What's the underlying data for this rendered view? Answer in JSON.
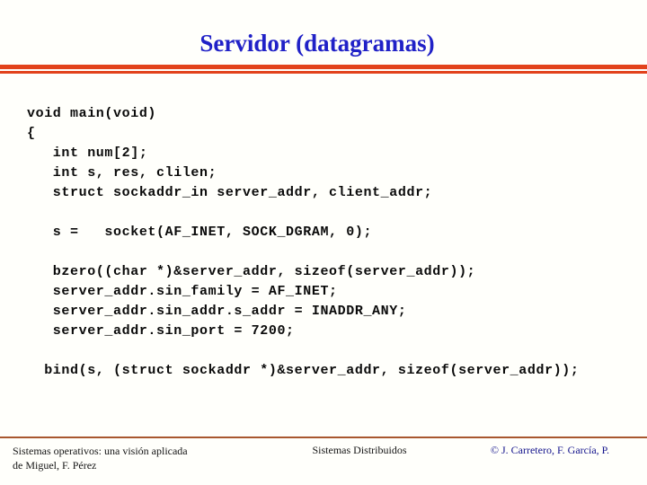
{
  "slide": {
    "title": "Servidor (datagramas)",
    "code_lines": [
      "void main(void)",
      "{",
      "   int num[2];",
      "   int s, res, clilen;",
      "   struct sockaddr_in server_addr, client_addr;",
      "",
      "   s =   socket(AF_INET, SOCK_DGRAM, 0);",
      "",
      "   bzero((char *)&server_addr, sizeof(server_addr));",
      "   server_addr.sin_family = AF_INET;",
      "   server_addr.sin_addr.s_addr = INADDR_ANY;",
      "   server_addr.sin_port = 7200;",
      "",
      "  bind(s, (struct sockaddr *)&server_addr, sizeof(server_addr));"
    ],
    "footer": {
      "left_line1": "Sistemas operativos: una visión aplicada",
      "left_line2": "de Miguel, F. Pérez",
      "center": "Sistemas Distribuidos",
      "right": "© J. Carretero, F. García, P."
    },
    "colors": {
      "background": "#fffffb",
      "title": "#2021c7",
      "rule_orange": "#e2421b",
      "code_text": "#0a0a0a",
      "footer_rule": "#a8572e",
      "footer_right": "#14148c"
    }
  }
}
